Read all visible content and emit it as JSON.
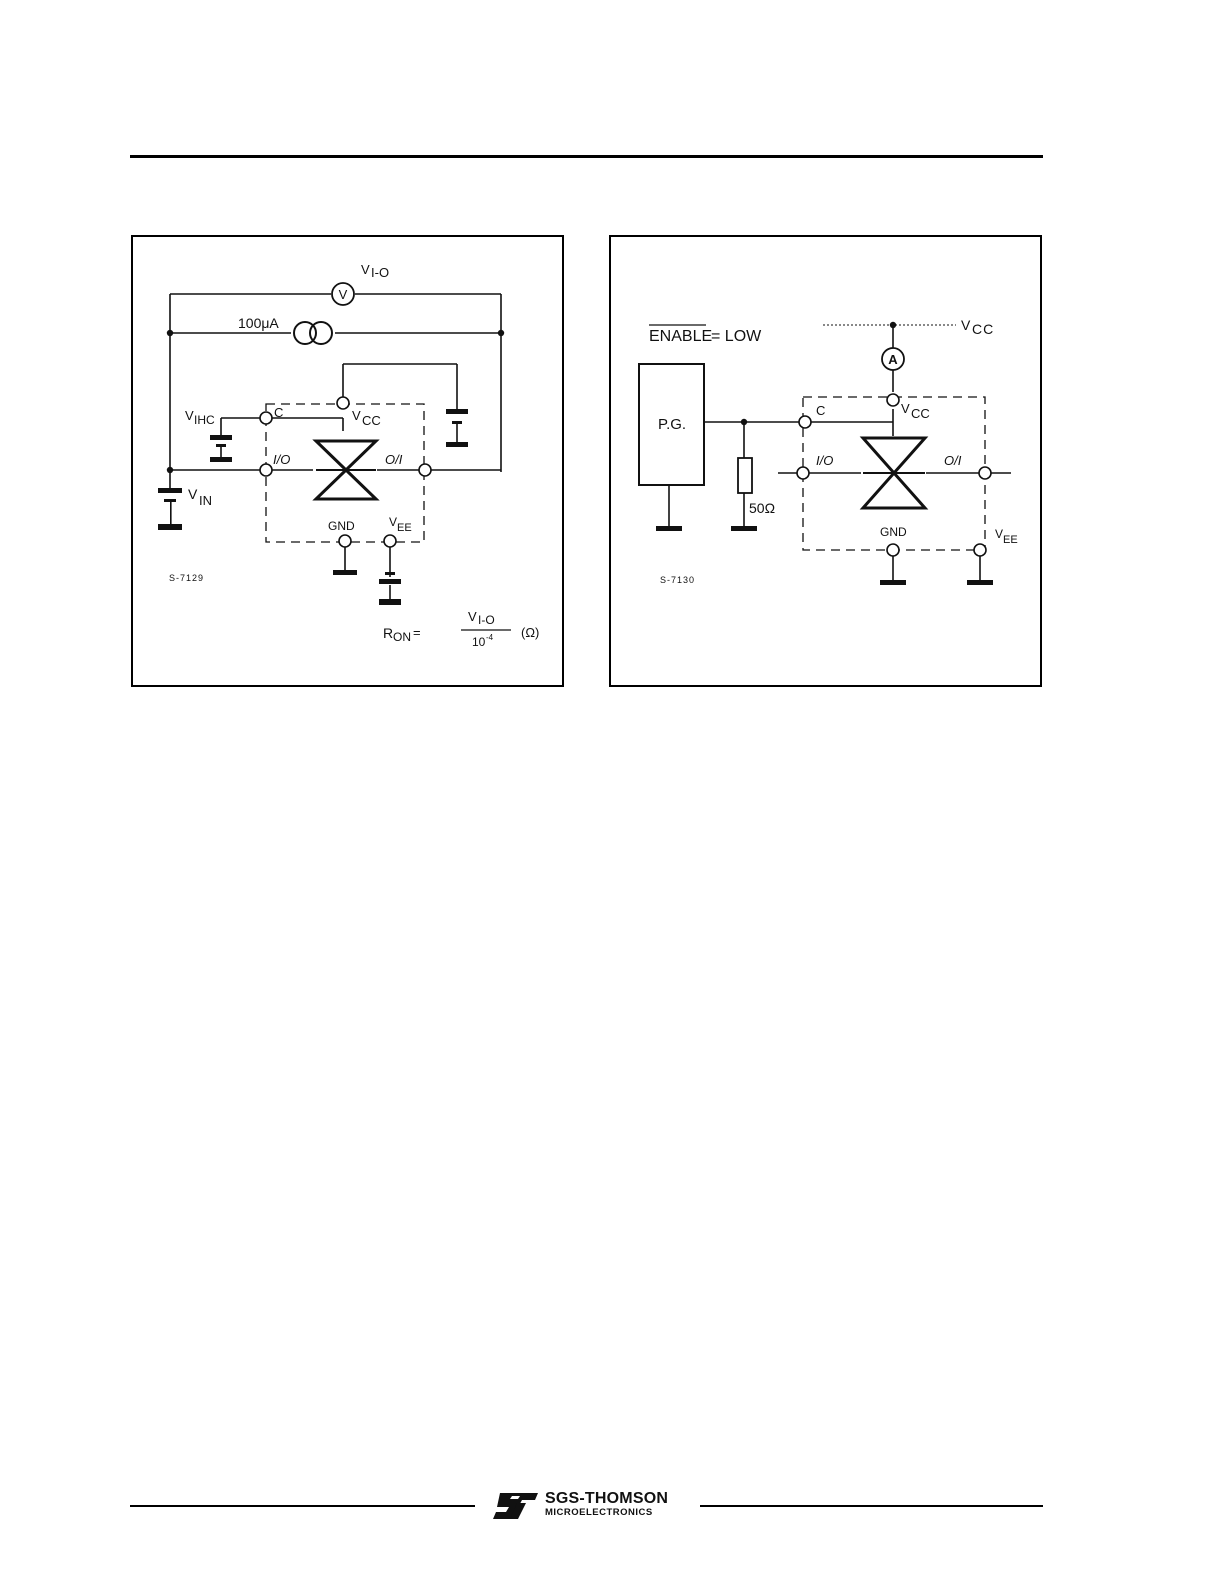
{
  "left_figure": {
    "meter_v": "V",
    "v_io": "V",
    "v_io_sub": "I-O",
    "current": "100μA",
    "v_ihc": "V",
    "v_ihc_sub": "IHC",
    "c": "C",
    "vcc": "V",
    "vcc_sub": "CC",
    "io": "I/O",
    "oi": "O/I",
    "vin": "V",
    "vin_sub": "IN",
    "gnd": "GND",
    "vee": "V",
    "vee_sub": "EE",
    "code": "S-7129",
    "ron": "R",
    "ron_sub": "ON",
    "formula_eq": "=",
    "formula_num": "V",
    "formula_num_sub": "I-O",
    "formula_den": "10",
    "formula_den_exp": "-4",
    "formula_unit": "(Ω)"
  },
  "right_figure": {
    "enable": "ENABLE",
    "enable_value": "= LOW",
    "vcc": "V",
    "vcc_sub": "CC",
    "meter_a": "A",
    "pg": "P.G.",
    "c": "C",
    "vcc2": "V",
    "vcc2_sub": "CC",
    "io": "I/O",
    "oi": "O/I",
    "resistor": "50Ω",
    "gnd": "GND",
    "vee": "V",
    "vee_sub": "EE",
    "code": "S-7130"
  },
  "footer": {
    "brand": "SGS-THOMSON",
    "sub": "MICROELECTRONICS",
    "logo_letters": "ST"
  }
}
